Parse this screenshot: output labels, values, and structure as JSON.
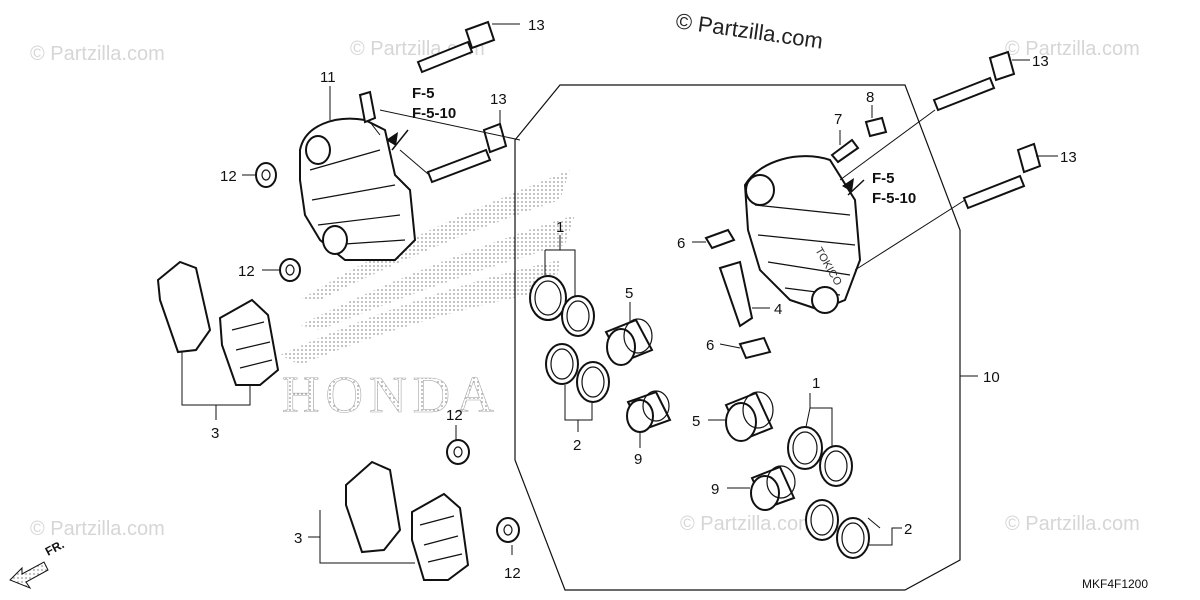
{
  "watermark": {
    "main": "© Partzilla.com",
    "faint": "© Partzilla.com"
  },
  "brand": {
    "logo_text": "HONDA"
  },
  "diagram_code": "MKF4F1200",
  "front_marker": "FR.",
  "refs": {
    "left": [
      "F-5",
      "F-5-10"
    ],
    "right": [
      "F-5",
      "F-5-10"
    ]
  },
  "callouts": {
    "c13_top": "13",
    "c13_left_mid": "13",
    "c13_right_top": "13",
    "c13_right_mid": "13",
    "c11": "11",
    "c12_a": "12",
    "c12_b": "12",
    "c12_c": "12",
    "c12_d": "12",
    "c3_a": "3",
    "c3_b": "3",
    "c1_a": "1",
    "c1_b": "1",
    "c2_a": "2",
    "c2_b": "2",
    "c5_a": "5",
    "c5_b": "5",
    "c9_a": "9",
    "c9_b": "9",
    "c7": "7",
    "c8": "8",
    "c6_a": "6",
    "c6_b": "6",
    "c4": "4",
    "c10": "10"
  },
  "colors": {
    "line": "#111111",
    "watermark": "#d6d6d6",
    "logo_dots": "#9a9a9a"
  }
}
